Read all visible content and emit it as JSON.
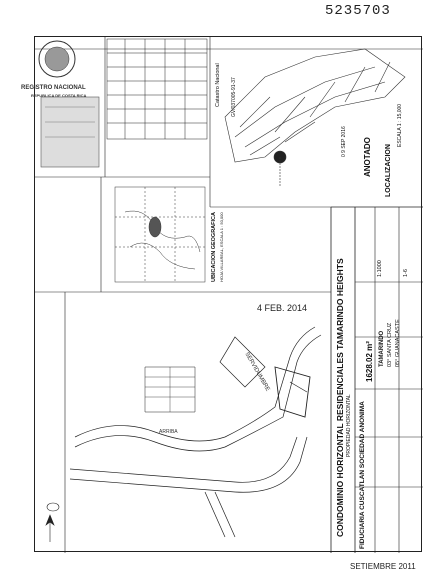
{
  "header": {
    "doc_number": "5235703"
  },
  "seal": {
    "line1": "REGISTRO NACIONAL",
    "line2": "REPUBLICA DE COSTA RICA"
  },
  "title_block": {
    "main_title": "CONDOMINIO HORIZONTAL RESIDENCIALES TAMARINDO HEIGHTS",
    "subtitle": "PROPIEDAD HORIZONTAL",
    "owner": "FIDUCIARIA CUSCATLAN SOCIEDAD ANONIMA",
    "area": "1628.02 m²",
    "district": "TAMARINDO",
    "canton": "03° SANTA CRUZ",
    "province": "05° GUANACASTE",
    "scale": "1:1000",
    "sheet": "1-6"
  },
  "stamps": {
    "recent_date": "4 FEB. 2014",
    "anotado": "ANOTADO",
    "anotado_date": "0 9 SEP 2016",
    "localizacion": "LOCALIZACION",
    "localizacion_scale": "ESCALA 1 : 15,000",
    "catastro": "Catastro Nacional",
    "catastro_code": "GV/037005-91-37"
  },
  "ubicacion": {
    "title": "UBICACION GEOGRAFICA",
    "subtitle": "HOJA VILLAREAL, ESCALA 1 : 50,000"
  },
  "map_labels": {
    "servidumbre": "SERVIDUMBRE",
    "arriba": "ARRIBA"
  },
  "footer": {
    "date": "SETIEMBRE 2011"
  }
}
